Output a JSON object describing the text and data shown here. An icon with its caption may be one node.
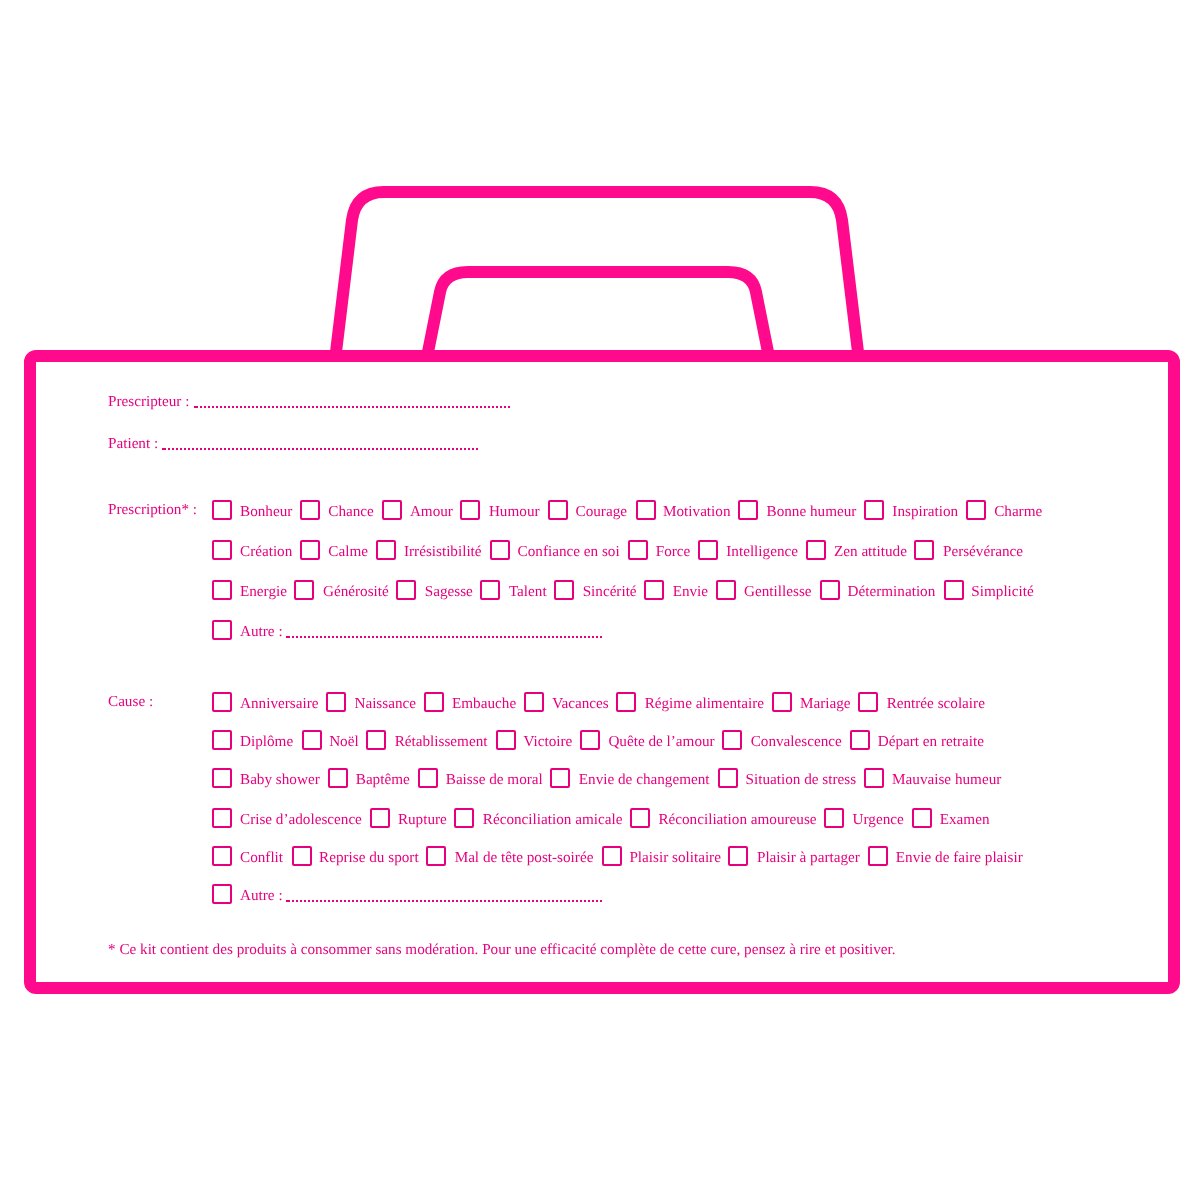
{
  "diagram": {
    "labels": [
      "Prescripteur :",
      "Patient :",
      "Prescription* :",
      "Bonheur",
      "Chance",
      "Amour",
      "Humour",
      "Courage",
      "Motivation",
      "Bonne humeur",
      "Inspiration",
      "Charme",
      "Création",
      "Calme",
      "Irrésistibilité",
      "Confiance en soi",
      "Force",
      "Intelligence",
      "Zen attitude",
      "Persévérance",
      "Energie",
      "Générosité",
      "Sagesse",
      "Talent",
      "Sincérité",
      "Envie",
      "Gentillesse",
      "Détermination",
      "Simplicité",
      "Autre :",
      "Cause :",
      "Anniversaire",
      "Naissance",
      "Embauche",
      "Vacances",
      "Régime alimentaire",
      "Mariage",
      "Rentrée scolaire",
      "Diplôme",
      "Noël",
      "Rétablissement",
      "Victoire",
      "Quête de l’amour",
      "Convalescence",
      "Départ en retraite",
      "Baby shower",
      "Baptême",
      "Baisse de moral",
      "Envie de changement",
      "Situation de stress",
      "Mauvaise humeur",
      "Crise d’adolescence",
      "Rupture",
      "Réconciliation amicale",
      "Réconciliation amoureuse",
      "Urgence",
      "Examen",
      "Conflit",
      "Reprise du sport",
      "Mal de tête post-soirée",
      "Plaisir solitaire",
      "Plaisir à partager",
      "Envie de faire plaisir",
      "Autre :",
      "* Ce kit contient des produits à consommer sans modération. Pour une efficacité complète de cette cure, pensez à rire et positiver."
    ]
  }
}
